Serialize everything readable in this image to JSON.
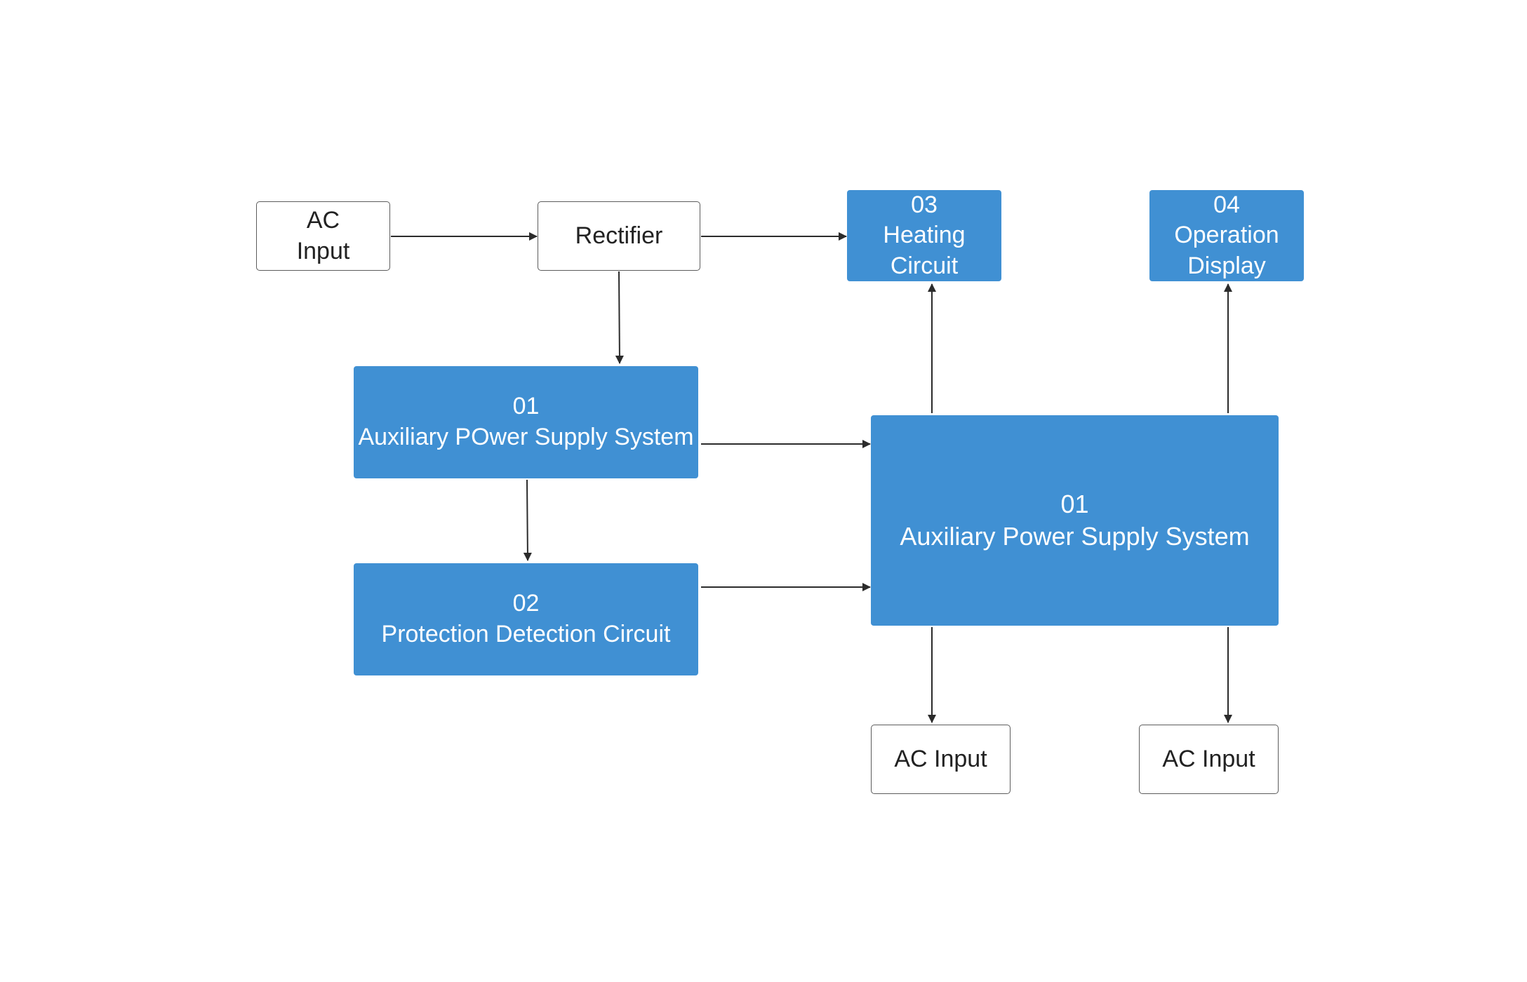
{
  "colors": {
    "accent": "#4090d3",
    "line": "#2b2b2b",
    "border": "#5c5c5c"
  },
  "nodes": {
    "ac_input_top": {
      "lines": [
        "AC",
        "Input"
      ]
    },
    "rectifier": {
      "lines": [
        "Rectifier"
      ]
    },
    "heating": {
      "lines": [
        "03",
        "Heating",
        "Circuit"
      ]
    },
    "operation": {
      "lines": [
        "04",
        "Operation",
        "Display"
      ]
    },
    "aux_left": {
      "lines": [
        "01",
        "Auxiliary POwer Supply System"
      ]
    },
    "protection": {
      "lines": [
        "02",
        "Protection Detection Circuit"
      ]
    },
    "aux_right": {
      "lines": [
        "01",
        "Auxiliary Power Supply System"
      ]
    },
    "ac_input_bottom_left": {
      "lines": [
        "AC Input"
      ]
    },
    "ac_input_bottom_right": {
      "lines": [
        "AC Input"
      ]
    }
  },
  "edges": [
    {
      "from": "ac_input_top",
      "to": "rectifier"
    },
    {
      "from": "rectifier",
      "to": "heating"
    },
    {
      "from": "rectifier",
      "to": "aux_left"
    },
    {
      "from": "aux_left",
      "to": "aux_right"
    },
    {
      "from": "aux_left",
      "to": "protection"
    },
    {
      "from": "protection",
      "to": "aux_right"
    },
    {
      "from": "aux_right",
      "to": "heating"
    },
    {
      "from": "aux_right",
      "to": "operation"
    },
    {
      "from": "aux_right",
      "to": "ac_input_bottom_left"
    },
    {
      "from": "aux_right",
      "to": "ac_input_bottom_right"
    }
  ]
}
